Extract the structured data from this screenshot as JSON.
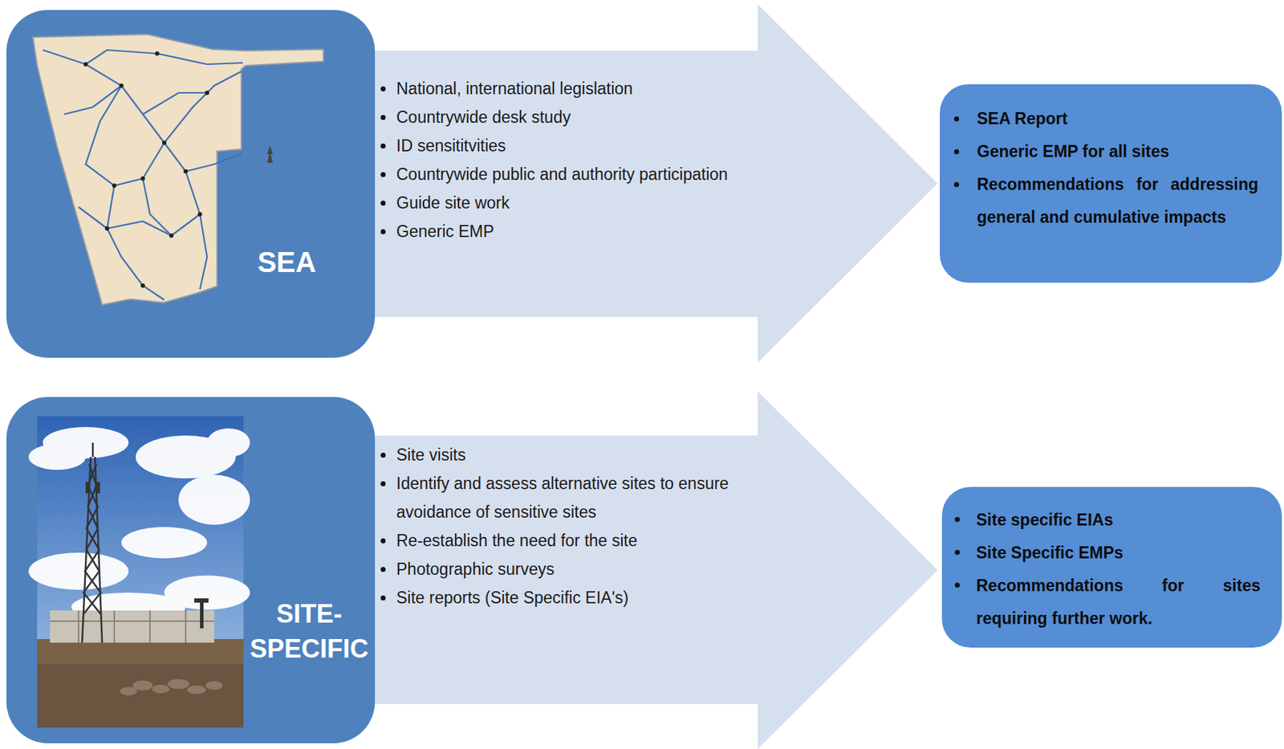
{
  "diagram": {
    "nodes": [
      {
        "text": [
          "SEA"
        ]
      },
      {
        "text": [
          "National, international legislation",
          "Countrywide desk study",
          "ID sensititvities",
          "Countrywide public and authority participation",
          "Guide site work",
          "Generic EMP"
        ]
      },
      {
        "text": [
          "SEA Report",
          "Generic EMP for all sites",
          "Recommendations for addressing general and cumulative impacts"
        ]
      },
      {
        "text": [
          "SITE-SPECIFIC"
        ]
      },
      {
        "text": [
          "Site visits",
          "Identify and assess alternative sites to ensure avoidance of sensitive sites",
          "Re-establish the need for the site",
          "Photographic surveys",
          "Site reports (Site Specific EIA's)"
        ]
      },
      {
        "text": [
          "Site specific EIAs",
          "Site Specific EMPs",
          "Recommendations for sites requiring further work."
        ]
      }
    ]
  }
}
